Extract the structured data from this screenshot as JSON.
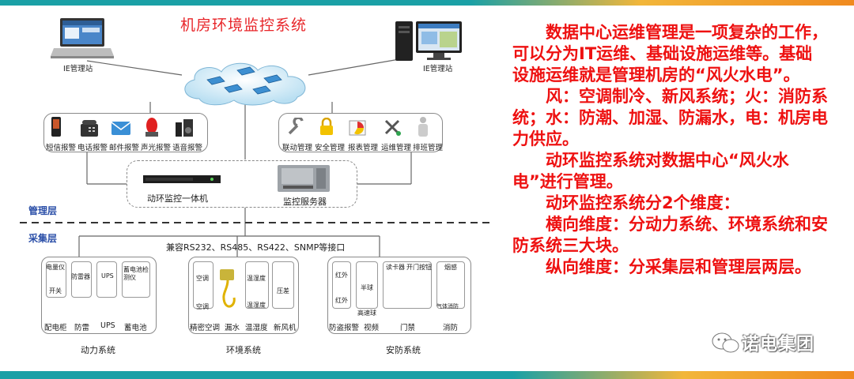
{
  "diagram": {
    "title": "机房环境监控系统",
    "ie_station_left": "IE管理站",
    "ie_station_right": "IE管理站",
    "alarm_items": [
      "短信报警",
      "电话报警",
      "邮件报警",
      "声光报警",
      "语音报警"
    ],
    "manage_items": [
      "联动管理",
      "安全管理",
      "报表管理",
      "运维管理",
      "排班管理"
    ],
    "device_1": "动环监控一体机",
    "device_2": "监控服务器",
    "layer_manage": "管理层",
    "layer_collect": "采集层",
    "interface_text": "兼容RS232、RS485、RS422、SNMP等接口",
    "power": {
      "cards": [
        "电量仪",
        "开关",
        "防雷器",
        "UPS",
        "蓄电池检测仪"
      ],
      "labels": [
        "配电柜",
        "防雷",
        "UPS",
        "蓄电池"
      ],
      "group": "动力系统"
    },
    "env": {
      "cards": [
        "空调",
        "空调",
        "温湿度",
        "温湿度",
        "压差"
      ],
      "labels": [
        "精密空调",
        "漏水",
        "温湿度",
        "新风机"
      ],
      "group": "环境系统"
    },
    "security": {
      "cards": [
        "红外",
        "红外",
        "半球",
        "高速球",
        "读卡器",
        "开门按钮",
        "烟感",
        "气体消防"
      ],
      "labels": [
        "防盗报警",
        "视频",
        "门禁",
        "消防"
      ],
      "group": "安防系统"
    }
  },
  "text_panel": {
    "paragraphs": [
      "数据中心运维管理是一项复杂的工作，可以分为IT运维、基础设施运维等。基础设施运维就是管理机房的“风火水电”。",
      "风：空调制冷、新风系统；火：消防系统；水：防潮、加湿、防漏水，电：机房电力供应。",
      "动环监控系统对数据中心“风火水电”进行管理。",
      "动环监控系统分2个维度：",
      "横向维度：分动力系统、环境系统和安防系统三大块。",
      "纵向维度：分采集层和管理层两层。"
    ]
  },
  "watermark": {
    "text": "诺电集团",
    "icon": "wechat-icon"
  },
  "colors": {
    "title_red": "#e8262a",
    "body_red": "#ee1111",
    "layer_blue": "#2b4fa8",
    "accent_teal": "#1aa0a6",
    "accent_orange": "#f08a1f"
  }
}
